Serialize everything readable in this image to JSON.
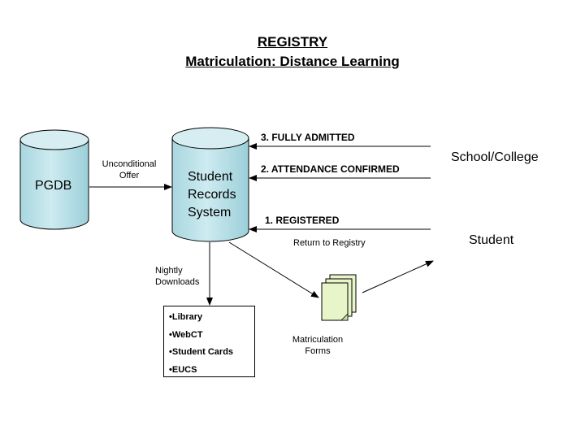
{
  "title": "REGISTRY",
  "subtitle": "Matriculation: Distance Learning",
  "nodes": {
    "pgdb": "PGDB",
    "srs_line1": "Student",
    "srs_line2": "Records",
    "srs_line3": "System",
    "school": "School/College",
    "student": "Student"
  },
  "labels": {
    "unconditional_1": "Unconditional",
    "unconditional_2": "Offer",
    "fully_admitted": "3. FULLY ADMITTED",
    "attendance": "2. ATTENDANCE CONFIRMED",
    "registered": "1. REGISTERED",
    "return_registry": "Return to Registry",
    "nightly_1": "Nightly",
    "nightly_2": "Downloads",
    "forms_1": "Matriculation",
    "forms_2": "Forms"
  },
  "services": [
    "•Library",
    "•WebCT",
    "•Student Cards",
    "•EUCS"
  ],
  "colors": {
    "cylinder_fill": "#bfe3ea",
    "cylinder_top": "#d6eef2",
    "forms_fill": "#e8f5c8"
  }
}
